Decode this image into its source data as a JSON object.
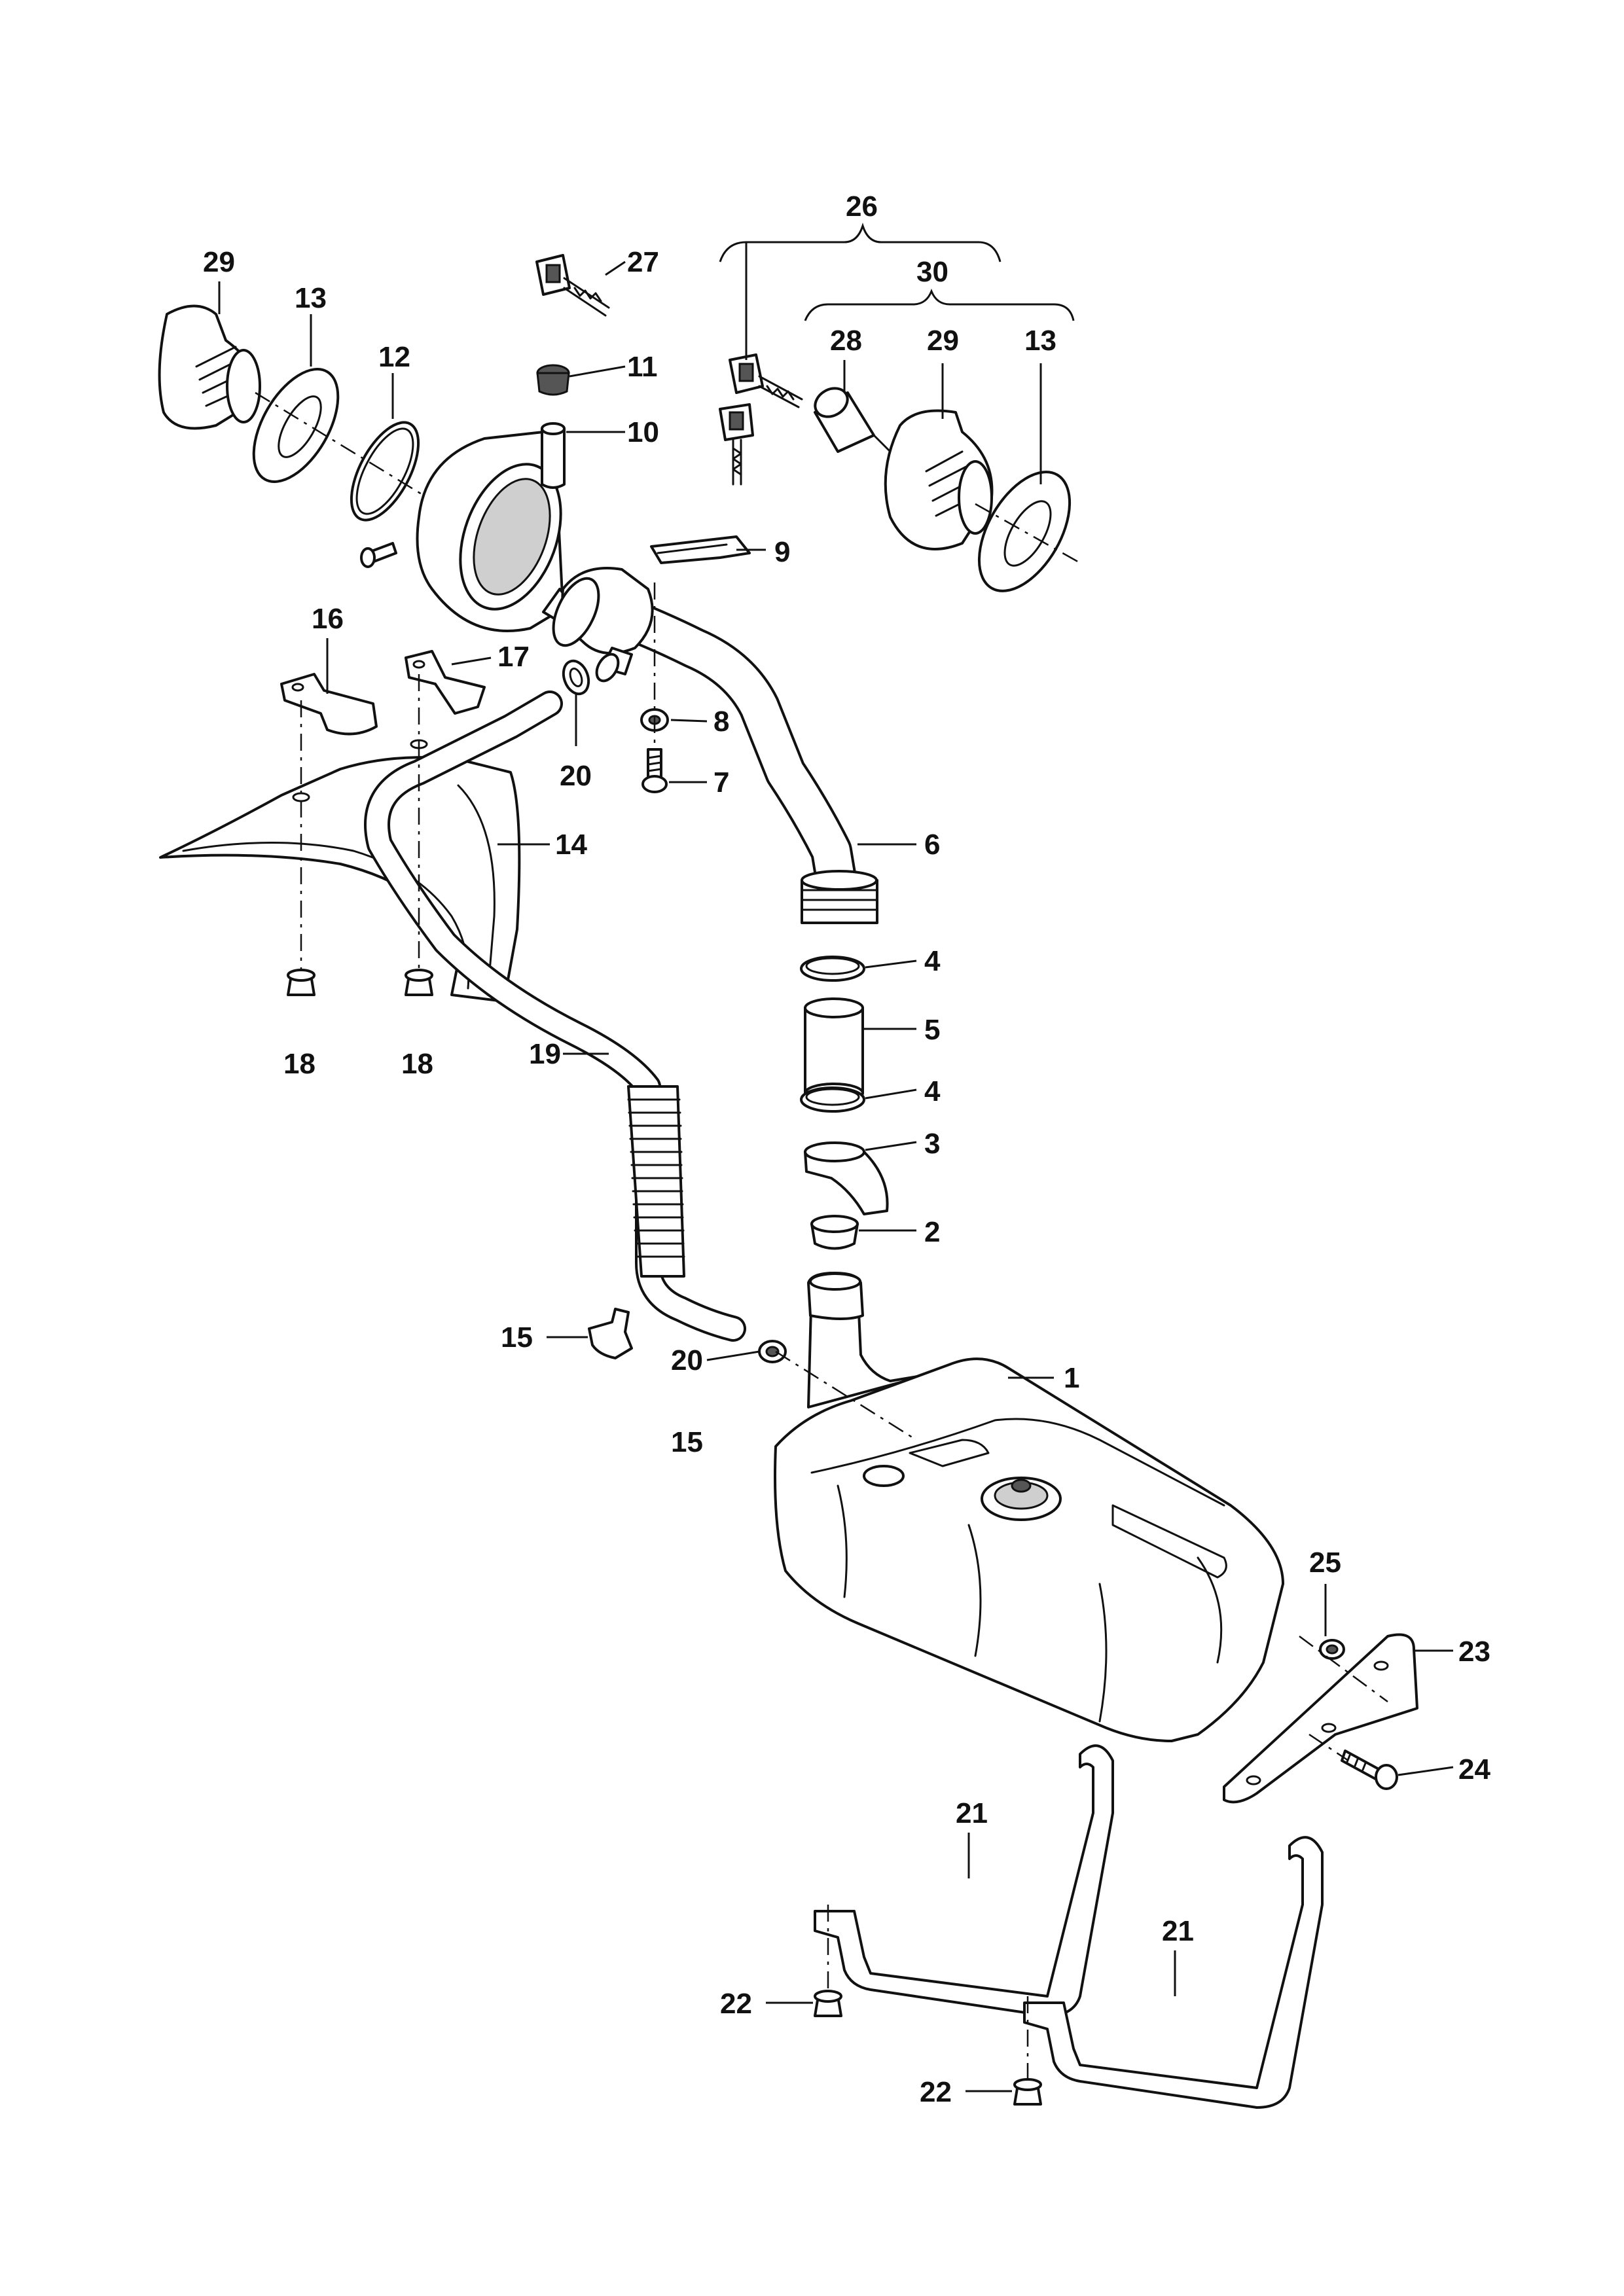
{
  "callouts": [
    {
      "id": "c29a",
      "label": "29"
    },
    {
      "id": "c13a",
      "label": "13"
    },
    {
      "id": "c12",
      "label": "12"
    },
    {
      "id": "c27",
      "label": "27"
    },
    {
      "id": "c11",
      "label": "11"
    },
    {
      "id": "c10",
      "label": "10"
    },
    {
      "id": "c26",
      "label": "26"
    },
    {
      "id": "c30",
      "label": "30"
    },
    {
      "id": "c28",
      "label": "28"
    },
    {
      "id": "c29b",
      "label": "29"
    },
    {
      "id": "c13b",
      "label": "13"
    },
    {
      "id": "c9",
      "label": "9"
    },
    {
      "id": "c16",
      "label": "16"
    },
    {
      "id": "c17",
      "label": "17"
    },
    {
      "id": "c8",
      "label": "8"
    },
    {
      "id": "c20a",
      "label": "20"
    },
    {
      "id": "c7",
      "label": "7"
    },
    {
      "id": "c14",
      "label": "14"
    },
    {
      "id": "c6",
      "label": "6"
    },
    {
      "id": "c4a",
      "label": "4"
    },
    {
      "id": "c18a",
      "label": "18"
    },
    {
      "id": "c18b",
      "label": "18"
    },
    {
      "id": "c5",
      "label": "5"
    },
    {
      "id": "c19",
      "label": "19"
    },
    {
      "id": "c4b",
      "label": "4"
    },
    {
      "id": "c3",
      "label": "3"
    },
    {
      "id": "c2",
      "label": "2"
    },
    {
      "id": "c15a",
      "label": "15"
    },
    {
      "id": "c20b",
      "label": "20"
    },
    {
      "id": "c1",
      "label": "1"
    },
    {
      "id": "c15b",
      "label": "15"
    },
    {
      "id": "c25",
      "label": "25"
    },
    {
      "id": "c23",
      "label": "23"
    },
    {
      "id": "c24",
      "label": "24"
    },
    {
      "id": "c21a",
      "label": "21"
    },
    {
      "id": "c21b",
      "label": "21"
    },
    {
      "id": "c22a",
      "label": "22"
    },
    {
      "id": "c22b",
      "label": "22"
    }
  ]
}
